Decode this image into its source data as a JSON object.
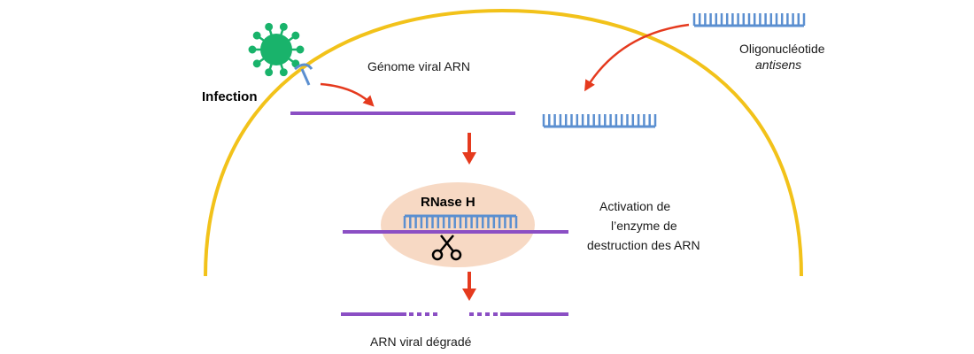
{
  "labels": {
    "oligo_name": "Oligonucléotide",
    "oligo_type": "antisens",
    "genome": "Génome viral ARN",
    "infection": "Infection",
    "rnase": "RNase H",
    "activation_line1": "Activation de",
    "activation_line2": "l’enzyme de",
    "activation_line3": "destruction des ARN",
    "degraded": "ARN viral dégradé"
  },
  "icons": {
    "virus": "virus-icon",
    "receptor": "receptor-icon",
    "scissors": "scissors-icon"
  },
  "colors": {
    "cell_membrane": "#f2c21a",
    "rna_strand": "#8b4fc4",
    "oligo": "#5b8fd0",
    "arrow": "#e53a1e",
    "virus": "#19b36b",
    "enzyme": "#f7d9c4"
  }
}
